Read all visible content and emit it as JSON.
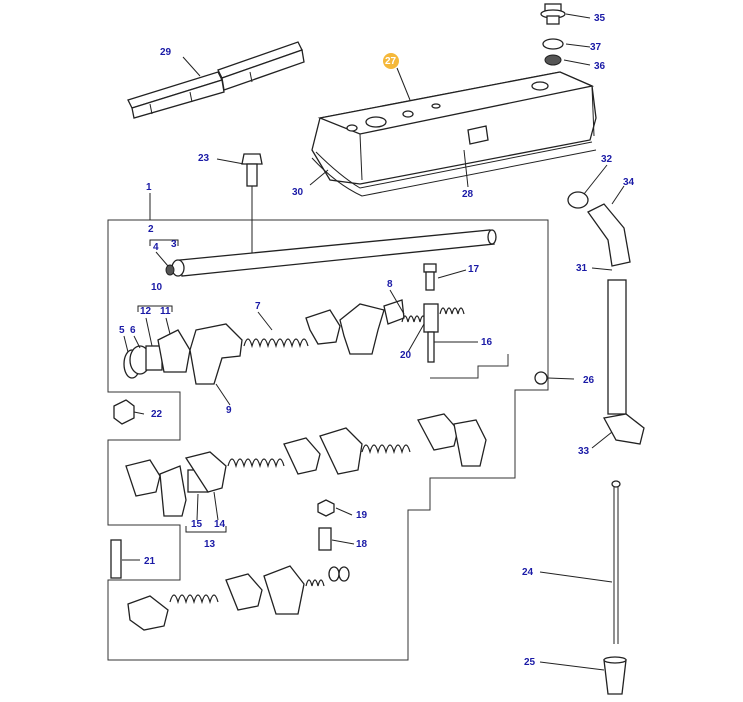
{
  "colors": {
    "callout_text": "#1a1aa6",
    "highlight_badge": "#f5b83a",
    "line": "#222222"
  },
  "callouts": [
    {
      "id": "1",
      "label": "1"
    },
    {
      "id": "2",
      "label": "2"
    },
    {
      "id": "3",
      "label": "3"
    },
    {
      "id": "4",
      "label": "4"
    },
    {
      "id": "5",
      "label": "5"
    },
    {
      "id": "6",
      "label": "6"
    },
    {
      "id": "7",
      "label": "7"
    },
    {
      "id": "8",
      "label": "8"
    },
    {
      "id": "9",
      "label": "9"
    },
    {
      "id": "10",
      "label": "10"
    },
    {
      "id": "11",
      "label": "11"
    },
    {
      "id": "12",
      "label": "12"
    },
    {
      "id": "13",
      "label": "13"
    },
    {
      "id": "14",
      "label": "14"
    },
    {
      "id": "15",
      "label": "15"
    },
    {
      "id": "16",
      "label": "16"
    },
    {
      "id": "17",
      "label": "17"
    },
    {
      "id": "18",
      "label": "18"
    },
    {
      "id": "19",
      "label": "19"
    },
    {
      "id": "20",
      "label": "20"
    },
    {
      "id": "21",
      "label": "21"
    },
    {
      "id": "22",
      "label": "22"
    },
    {
      "id": "23",
      "label": "23"
    },
    {
      "id": "24",
      "label": "24"
    },
    {
      "id": "25",
      "label": "25"
    },
    {
      "id": "26",
      "label": "26"
    },
    {
      "id": "27",
      "label": "27",
      "highlighted": true
    },
    {
      "id": "28",
      "label": "28"
    },
    {
      "id": "29",
      "label": "29"
    },
    {
      "id": "30",
      "label": "30"
    },
    {
      "id": "31",
      "label": "31"
    },
    {
      "id": "32",
      "label": "32"
    },
    {
      "id": "33",
      "label": "33"
    },
    {
      "id": "34",
      "label": "34"
    },
    {
      "id": "35",
      "label": "35"
    },
    {
      "id": "36",
      "label": "36"
    },
    {
      "id": "37",
      "label": "37"
    }
  ]
}
